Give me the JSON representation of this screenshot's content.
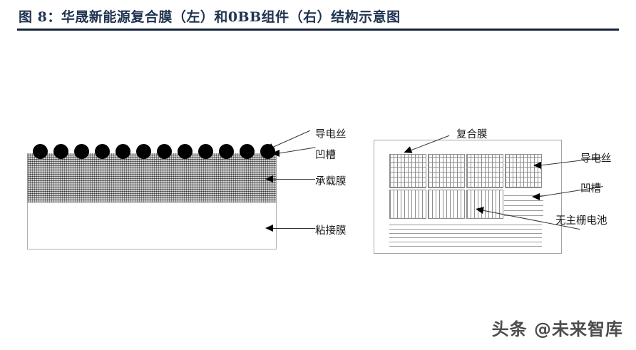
{
  "header": {
    "title": "图 8：华晟新能源复合膜（左）和0BB组件（右）结构示意图",
    "accent_color": "#1f3350",
    "rule_color": "#15243c"
  },
  "left_diagram": {
    "name": "复合膜结构示意图",
    "wire_dot_count": 12,
    "layers": [
      {
        "key": "carrier",
        "label": "承载膜",
        "fill": "hatched-gray"
      },
      {
        "key": "adhesive",
        "label": "粘接膜",
        "fill": "white"
      }
    ],
    "labels": [
      {
        "id": "conductive-wire",
        "text": "导电丝"
      },
      {
        "id": "groove",
        "text": "凹槽"
      },
      {
        "id": "carrier-film",
        "text": "承载膜"
      },
      {
        "id": "adhesive-film",
        "text": "粘接膜"
      }
    ]
  },
  "right_diagram": {
    "name": "0BB组件结构示意图",
    "top_label": "复合膜",
    "labels": [
      {
        "id": "conductive-wire",
        "text": "导电丝"
      },
      {
        "id": "groove",
        "text": "凹槽"
      },
      {
        "id": "busbarless-cell",
        "text": "无主栅电池"
      }
    ],
    "grid_cells_row1": 4,
    "striped_cells_row2": 3,
    "bottom_line_count": 6
  },
  "watermark": {
    "text": "头条 @未来智库"
  }
}
